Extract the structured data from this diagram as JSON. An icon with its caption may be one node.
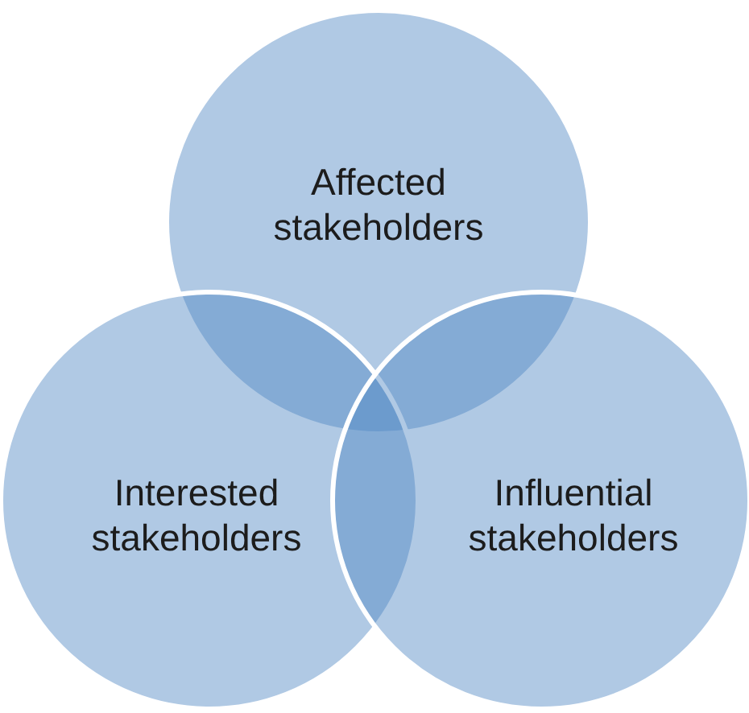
{
  "diagram": {
    "nodes": [
      {
        "text": [
          "Affected stakeholders"
        ]
      },
      {
        "text": [
          "Interested stakeholders"
        ]
      },
      {
        "text": [
          "Influential stakeholders"
        ]
      }
    ]
  }
}
